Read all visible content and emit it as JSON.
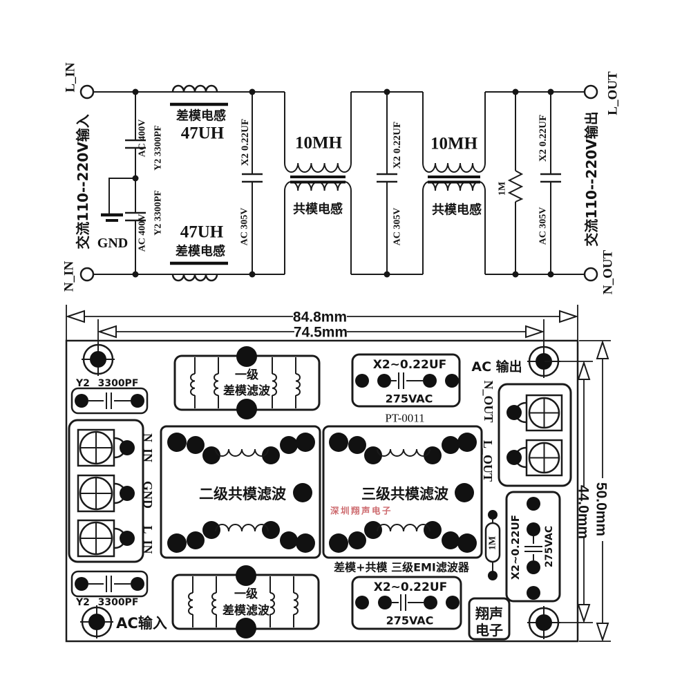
{
  "schematic": {
    "terminal_l_in": "L_IN",
    "terminal_n_in": "N_IN",
    "terminal_l_out": "L_OUT",
    "terminal_n_out": "N_OUT",
    "ac_input_label": "交流110--220V输入",
    "ac_output_label": "交流110--220V输出",
    "gnd_label": "GND",
    "y2_cap_value": "Y2 3300PF",
    "y2_cap_voltage": "AC 400V",
    "dm_inductor_value": "47UH",
    "dm_inductor_name": "差模电感",
    "x2_cap_value": "X2 0.22UF",
    "x2_cap_voltage": "AC 305V",
    "choke_value": "10MH",
    "choke_name": "共模电感",
    "bleed_resistor_value": "1M"
  },
  "pcb": {
    "dim_outer_width": "84.8mm",
    "dim_hole_width": "74.5mm",
    "dim_outer_height": "50.0mm",
    "dim_hole_height": "44.0mm",
    "y2_part": "Y2",
    "y2_value": "3300PF",
    "input_label": "AC输入",
    "output_label": "AC 输出",
    "in_terminal_1": "N_IN",
    "in_terminal_2": "GND",
    "in_terminal_3": "L_IN",
    "out_terminal_1": "N_OUT",
    "out_terminal_2": "L_OUT",
    "stage1_line1": "一级",
    "stage1_line2": "差模滤波",
    "stage2_label": "二级共模滤波",
    "stage3_label": "三级共模滤波",
    "x2_value": "X2~0.22UF",
    "x2_voltage": "275VAC",
    "model": "PT-0011",
    "bleed_resistor": "1M",
    "title": "差模+共模 三级EMI滤波器",
    "watermark": "深圳翔声电子",
    "brand_line1": "翔声",
    "brand_line2": "电子"
  },
  "colors": {
    "line": "#1a1a1a",
    "watermark": "#cd6a6e",
    "background": "#ffffff"
  }
}
